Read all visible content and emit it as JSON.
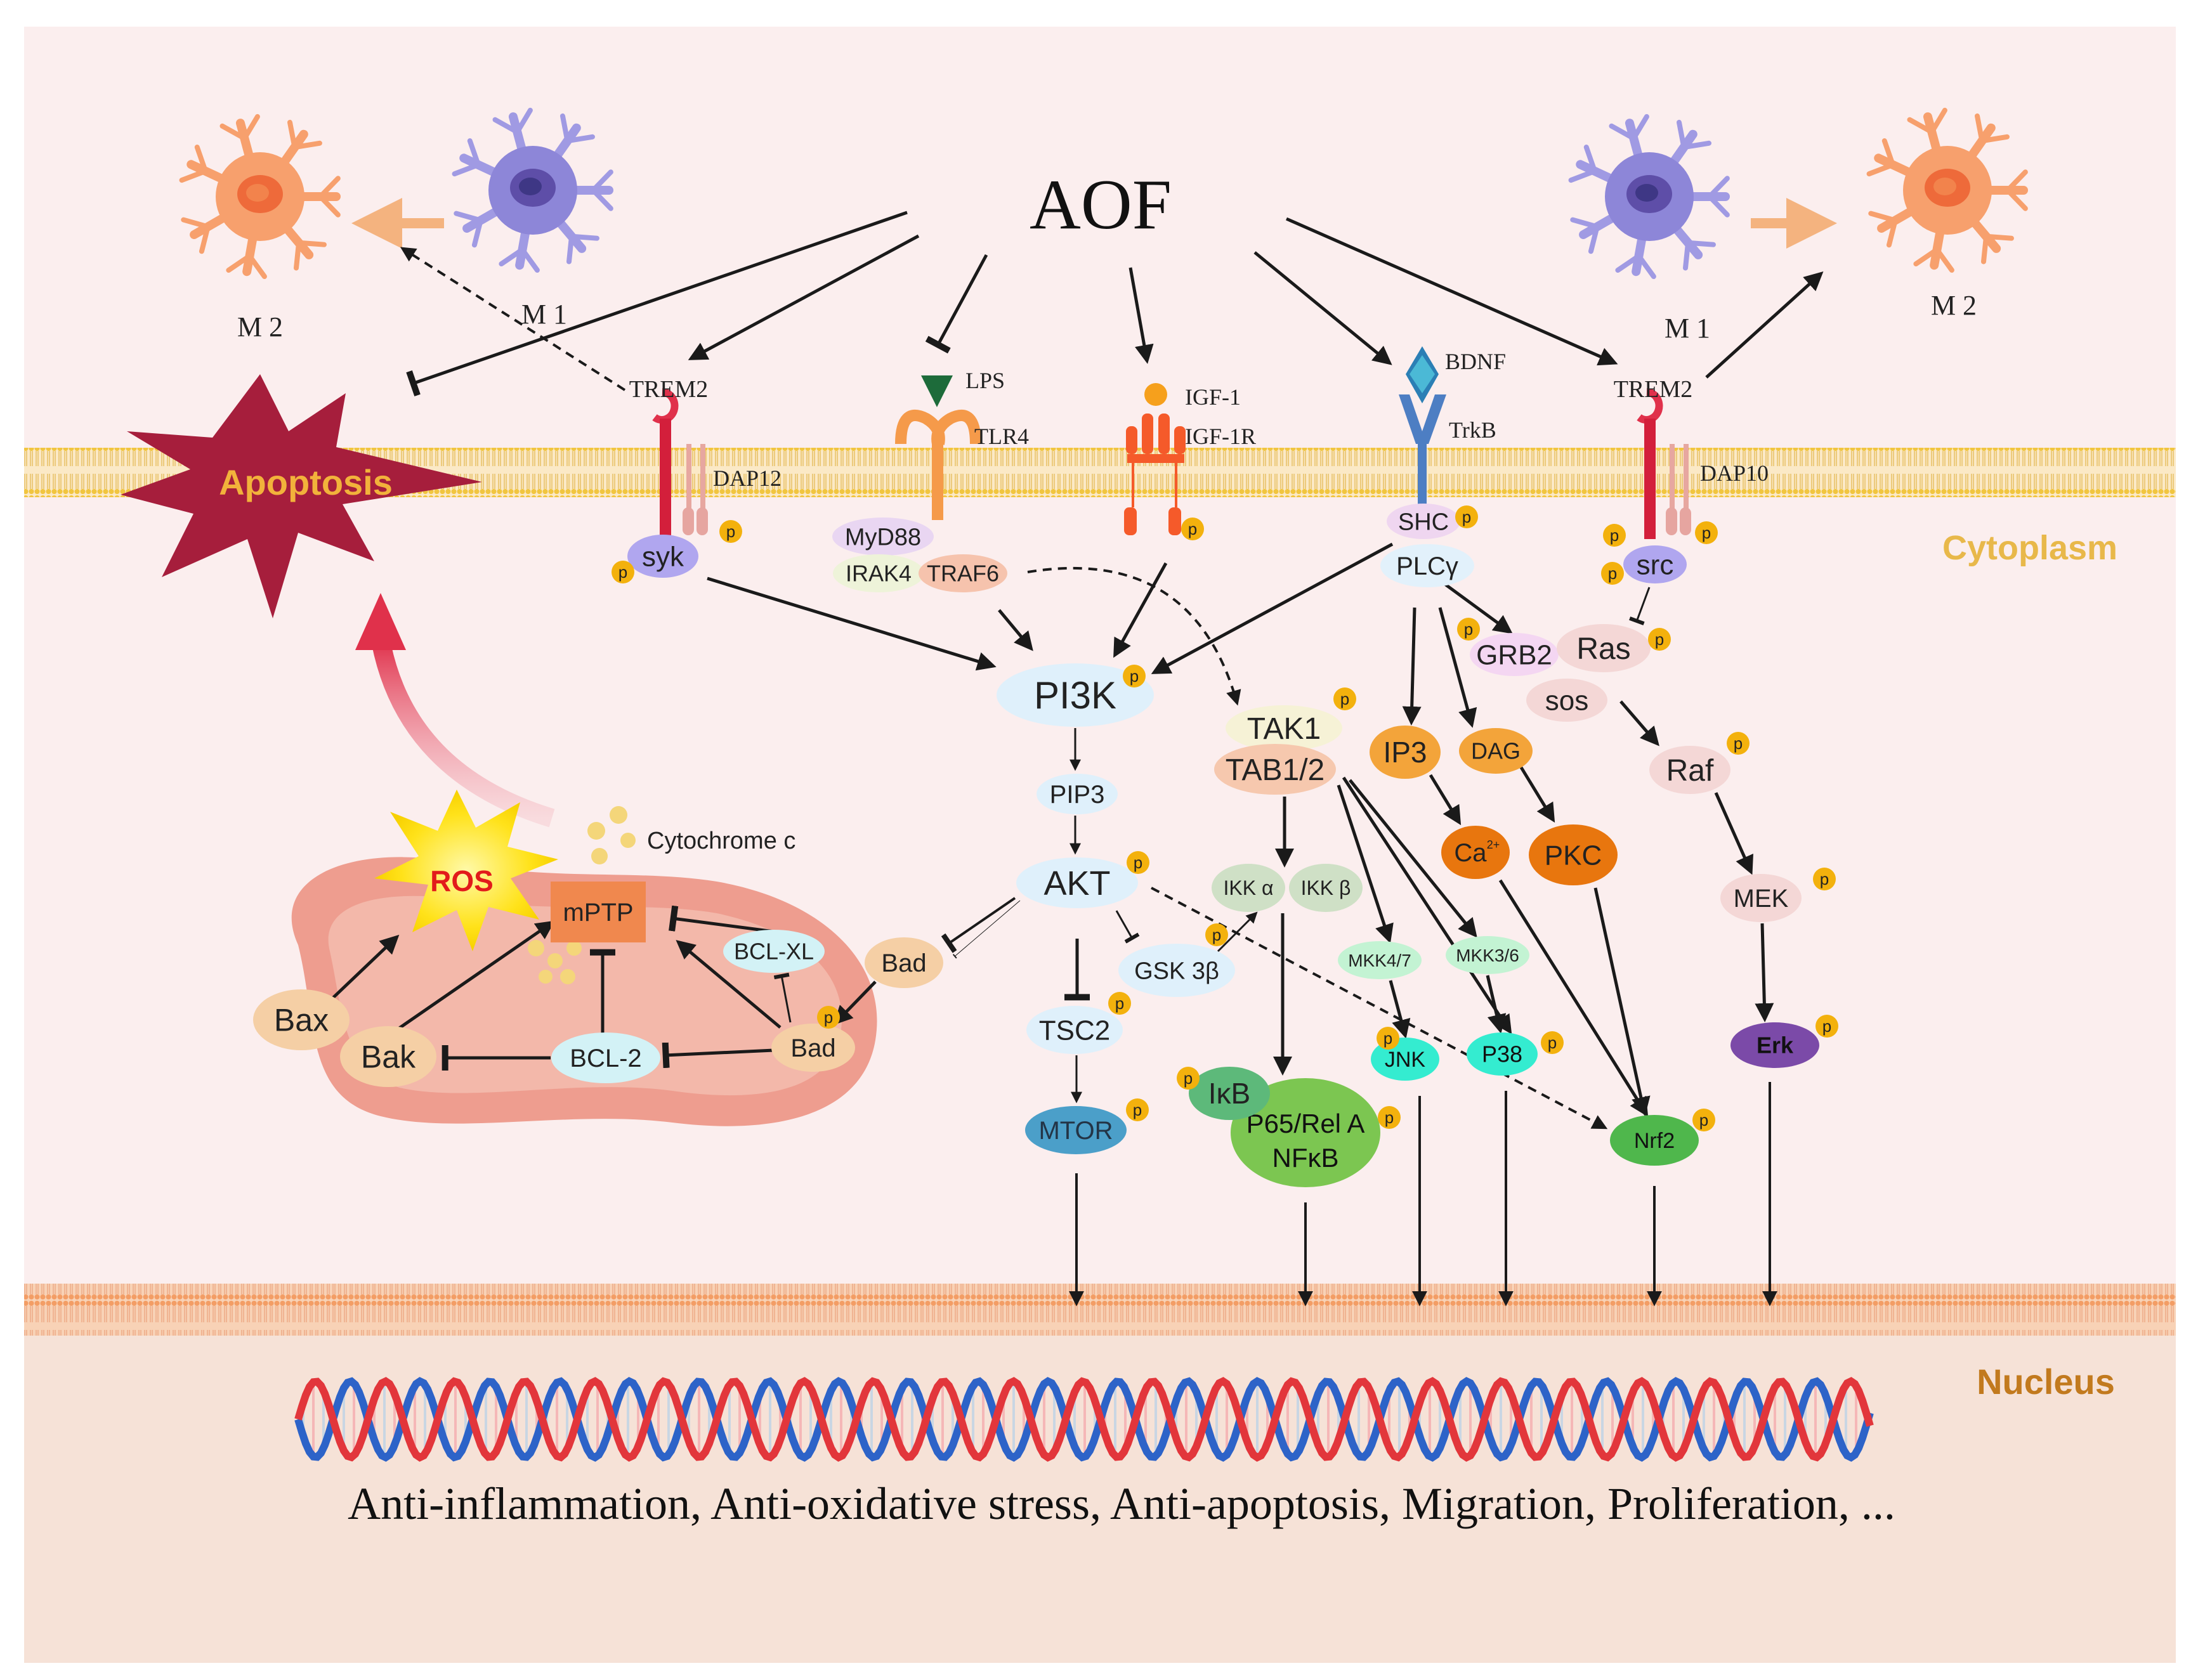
{
  "title": "AOF",
  "compartments": {
    "cytoplasm": "Cytoplasm",
    "nucleus": "Nucleus"
  },
  "cells": {
    "m1_left": "M 1",
    "m2_left": "M 2",
    "m1_right": "M 1",
    "m2_right": "M 2"
  },
  "apoptosis": "Apoptosis",
  "outcome": "Anti-inflammation, Anti-oxidative stress, Anti-apoptosis, Migration, Proliferation, ...",
  "p_label": "p",
  "receptors": {
    "trem2_left": "TREM2",
    "dap12": "DAP12",
    "lps": "LPS",
    "tlr4": "TLR4",
    "igf1": "IGF-1",
    "igf1r": "IGF-1R",
    "bdnf": "BDNF",
    "trkb": "TrkB",
    "trem2_right": "TREM2",
    "dap10": "DAP10"
  },
  "nodes": {
    "syk": "syk",
    "myd88": "MyD88",
    "irak4": "IRAK4",
    "traf6": "TRAF6",
    "shc": "SHC",
    "plcg": "PLCγ",
    "src": "src",
    "grb2": "GRB2",
    "ras": "Ras",
    "sos": "sos",
    "pi3k": "PI3K",
    "pip3": "PIP3",
    "akt": "AKT",
    "tak1": "TAK1",
    "tab12": "TAB1/2",
    "ip3": "IP3",
    "dag": "DAG",
    "raf": "Raf",
    "ca": "Ca",
    "ca_sup": "2+",
    "pkc": "PKC",
    "ikka": "IKK α",
    "ikkb": "IKK β",
    "gsk3b": "GSK 3β",
    "mek": "MEK",
    "mkk47": "MKK4/7",
    "mkk36": "MKK3/6",
    "jnk": "JNK",
    "p38": "P38",
    "erk": "Erk",
    "tsc2": "TSC2",
    "mtor": "MTOR",
    "ikb": "IκB",
    "p65": "P65/Rel A",
    "nfkb": "NFκB",
    "nrf2": "Nrf2",
    "bad_top": "Bad",
    "bad": "Bad",
    "ros": "ROS",
    "mptp": "mPTP",
    "bclxl": "BCL-XL",
    "bcl2": "BCL-2",
    "bax": "Bax",
    "bak": "Bak",
    "cytc": "Cytochrome c"
  }
}
